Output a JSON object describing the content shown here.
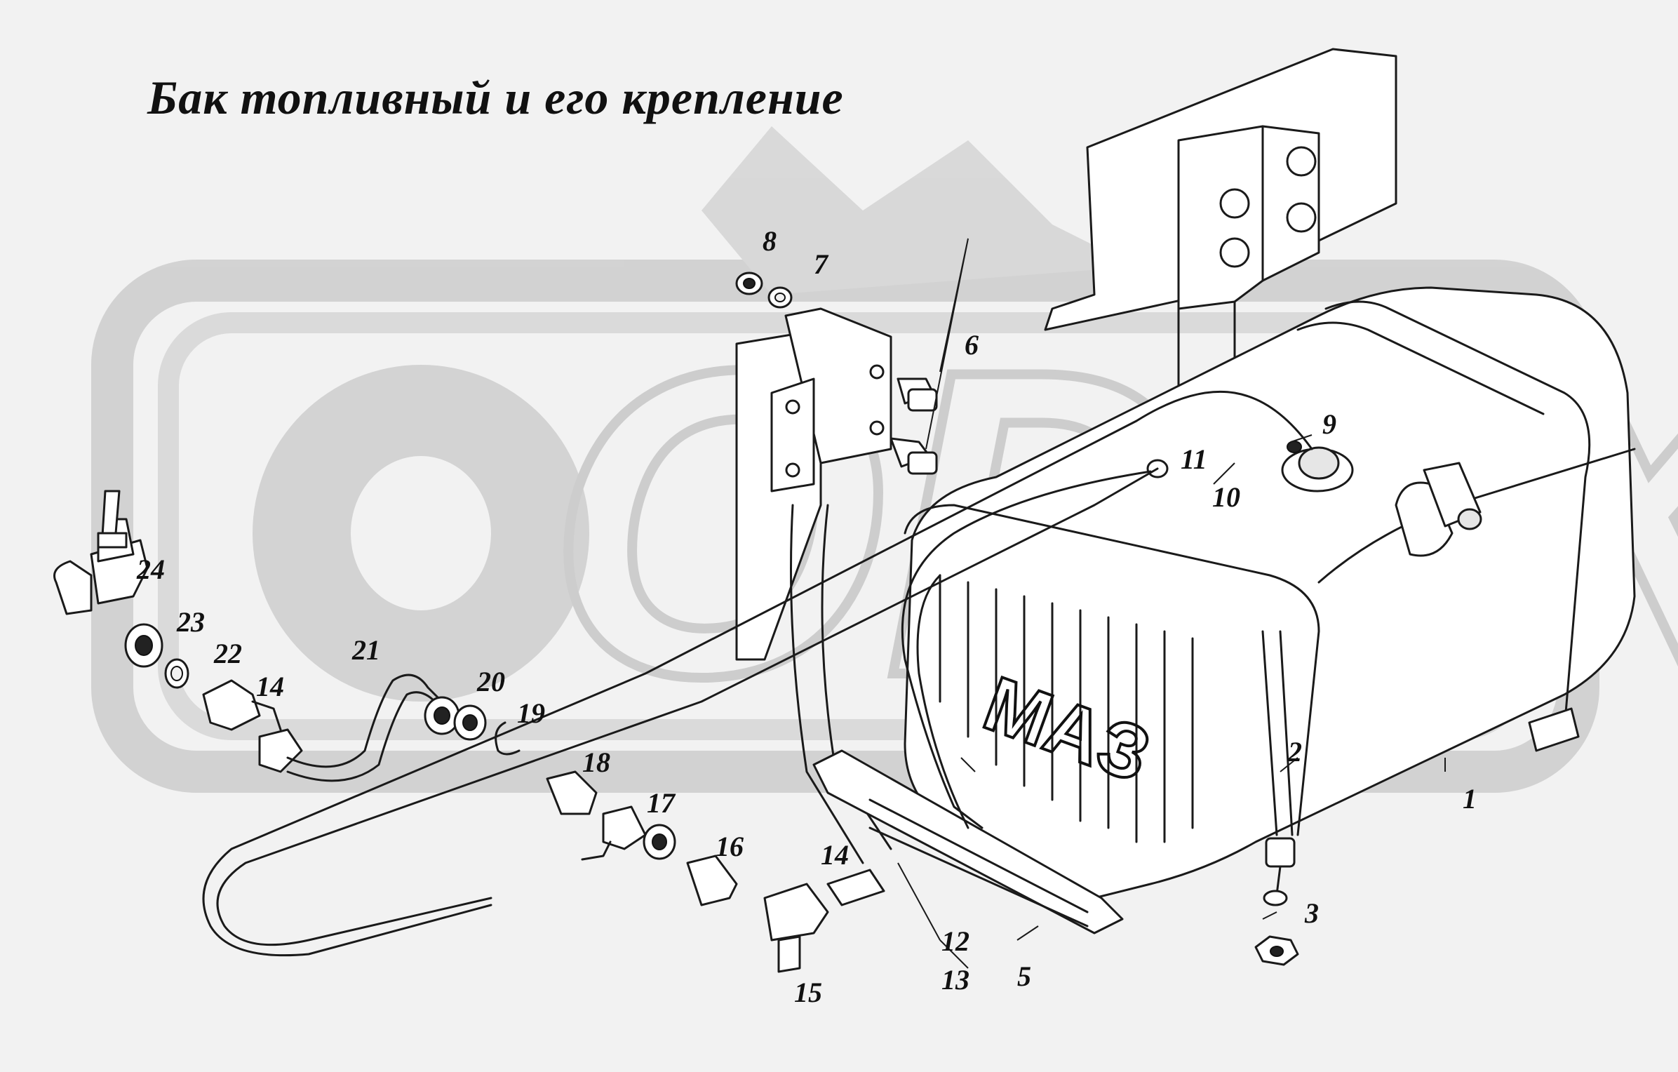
{
  "title": "Бак топливный и его крепление",
  "watermark": {
    "text": "ODEX",
    "color": "#c9c9c9"
  },
  "tank_emblem": "МАЗ",
  "callouts": [
    {
      "id": "c1",
      "text": "1"
    },
    {
      "id": "c2",
      "text": "2"
    },
    {
      "id": "c3",
      "text": "3"
    },
    {
      "id": "c5",
      "text": "5"
    },
    {
      "id": "c6",
      "text": "6"
    },
    {
      "id": "c7",
      "text": "7"
    },
    {
      "id": "c8",
      "text": "8"
    },
    {
      "id": "c9",
      "text": "9"
    },
    {
      "id": "c10",
      "text": "10"
    },
    {
      "id": "c11",
      "text": "11"
    },
    {
      "id": "c12",
      "text": "12"
    },
    {
      "id": "c13",
      "text": "13"
    },
    {
      "id": "c14a",
      "text": "14"
    },
    {
      "id": "c14b",
      "text": "14"
    },
    {
      "id": "c15",
      "text": "15"
    },
    {
      "id": "c16",
      "text": "16"
    },
    {
      "id": "c17",
      "text": "17"
    },
    {
      "id": "c18",
      "text": "18"
    },
    {
      "id": "c19",
      "text": "19"
    },
    {
      "id": "c20",
      "text": "20"
    },
    {
      "id": "c21",
      "text": "21"
    },
    {
      "id": "c22",
      "text": "22"
    },
    {
      "id": "c23",
      "text": "23"
    },
    {
      "id": "c24",
      "text": "24"
    }
  ]
}
